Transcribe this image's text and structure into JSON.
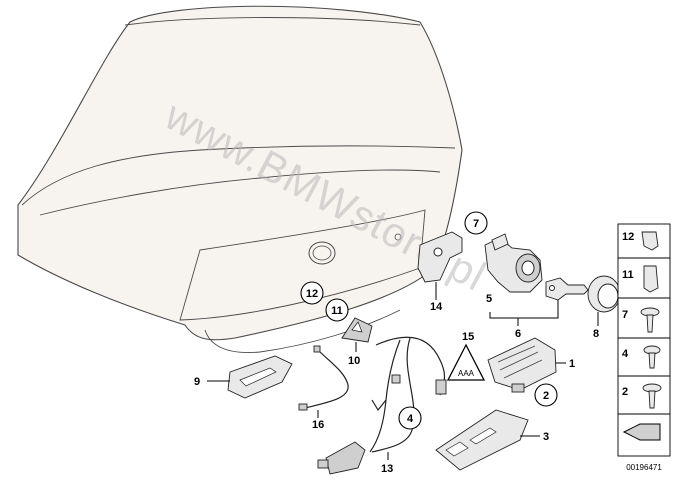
{
  "diagram": {
    "callouts": {
      "c1": "1",
      "c2": "2",
      "c3": "3",
      "c4": "4",
      "c5": "5",
      "c6": "6",
      "c7": "7",
      "c8": "8",
      "c9": "9",
      "c10": "10",
      "c11": "11",
      "c12": "12",
      "c13": "13",
      "c14": "14",
      "c15": "15",
      "c16": "16"
    },
    "legend": {
      "items": [
        "12",
        "11",
        "7",
        "4",
        "2"
      ]
    },
    "watermark": "www.BMWstore.pl",
    "image_number": "00196471",
    "warning_label": "AAA"
  }
}
